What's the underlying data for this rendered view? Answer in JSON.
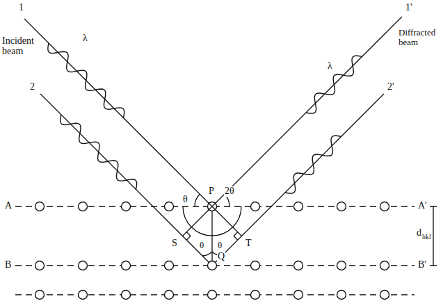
{
  "diagram": {
    "labels": [
      "1",
      "Incident beam",
      "2",
      "λ",
      "1'",
      "Diffracted beam",
      "2'",
      "λ",
      "θ",
      "2θ",
      "θ",
      "θ",
      "A",
      "A'",
      "B",
      "B'",
      "P",
      "S",
      "Q",
      "T",
      "d",
      "hkl"
    ]
  }
}
